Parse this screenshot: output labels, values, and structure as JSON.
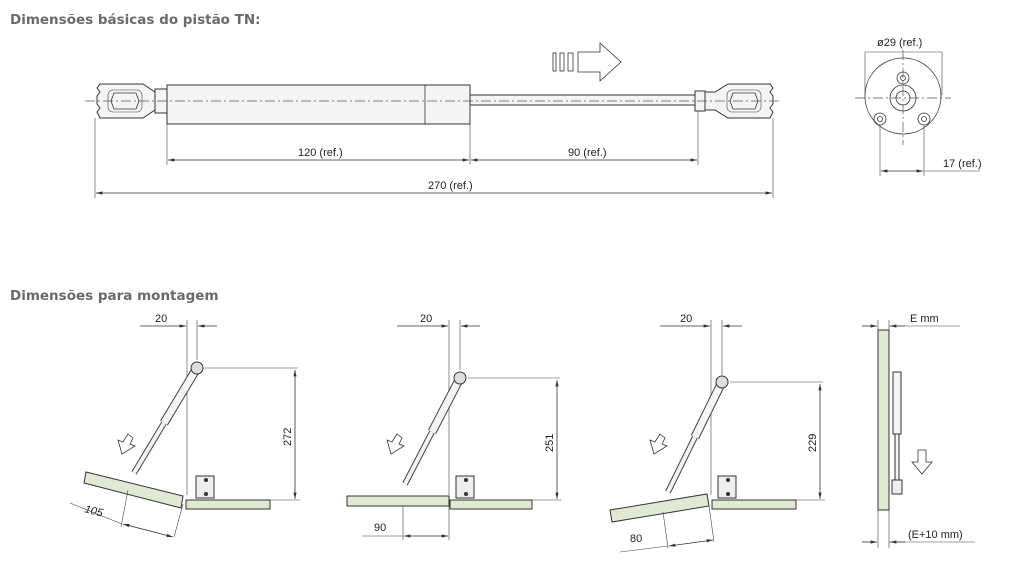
{
  "section_basic": {
    "title": "Dimensões básicas do pistão TN:",
    "dim_body": "120 (ref.)",
    "dim_rod": "90 (ref.)",
    "dim_total": "270 (ref.)",
    "dim_diameter": "ø29 (ref.)",
    "dim_holes": "17 (ref.)"
  },
  "section_mount": {
    "title": "Dimensões para montagem",
    "diagrams": [
      {
        "offset": "20",
        "height": "272",
        "panel": "105"
      },
      {
        "offset": "20",
        "height": "251",
        "panel": "90"
      },
      {
        "offset": "20",
        "height": "229",
        "panel": "80"
      },
      {
        "top": "E mm",
        "bottom": "(E+10 mm)"
      }
    ]
  },
  "colors": {
    "panel": "#dfe9d3",
    "title": "#6a6a6a"
  }
}
